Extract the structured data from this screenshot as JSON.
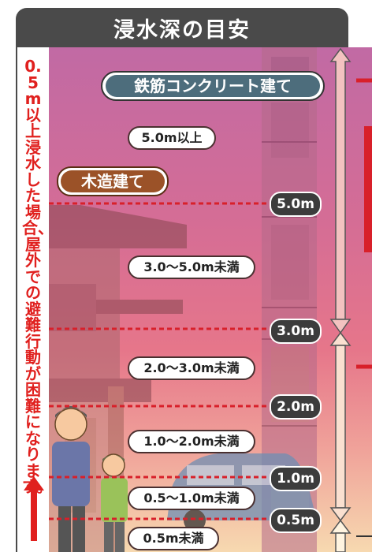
{
  "title": "浸水深の目安",
  "side_note": "0.5m以上浸水した場合、屋外での避難行動が困難になります。",
  "building_labels": {
    "rc": "鉄筋コンクリート建て",
    "wood": "木造建て"
  },
  "depth_ranges": [
    {
      "label": "5.0m以上"
    },
    {
      "label": "3.0～5.0m未満"
    },
    {
      "label": "2.0～3.0m未満"
    },
    {
      "label": "1.0～2.0m未満"
    },
    {
      "label": "0.5～1.0m未満"
    },
    {
      "label": "0.5m未満"
    }
  ],
  "depth_marks": [
    {
      "label": "5.0m"
    },
    {
      "label": "3.0m"
    },
    {
      "label": "2.0m"
    },
    {
      "label": "1.0m"
    },
    {
      "label": "0.5m"
    }
  ],
  "colors": {
    "title_bg": "#4a4a4a",
    "note_text": "#e0201e",
    "water_top": "#c76b9f",
    "water_mid": "#e3738a",
    "water_bottom": "#f6d3a8",
    "dashed_line": "#d8202a",
    "rc_label_bg": "#4d6d7c",
    "wood_label_bg": "#9b5228",
    "mark_bg": "#3c3c3c"
  }
}
